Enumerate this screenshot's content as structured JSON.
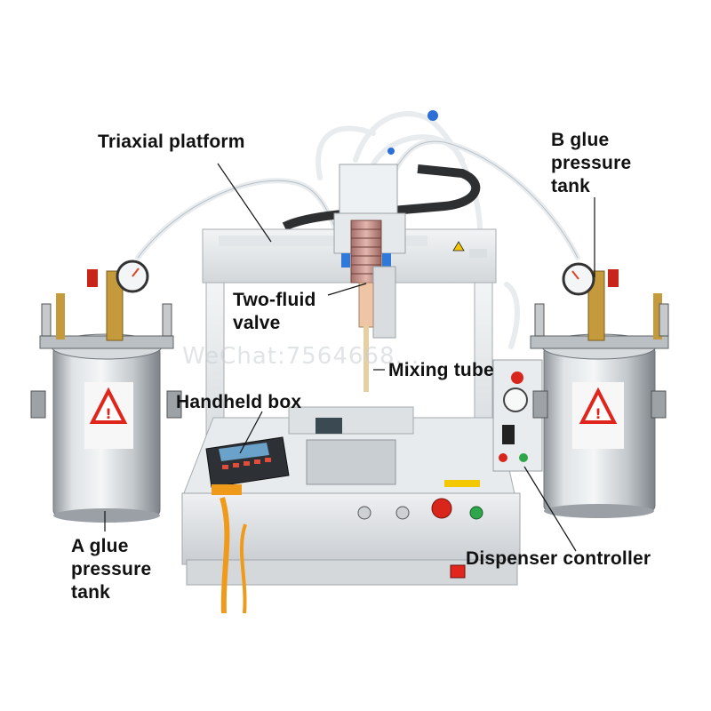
{
  "labels": {
    "triaxial_platform": "Triaxial platform",
    "b_glue_tank": "B glue\npressure\ntank",
    "two_fluid_valve": "Two-fluid\nvalve",
    "mixing_tube": "Mixing tube",
    "handheld_box": "Handheld box",
    "a_glue_tank": "A glue\npressure\ntank",
    "dispenser_controller": "Dispenser controller"
  },
  "watermark": "WeChat:7564668..."
}
